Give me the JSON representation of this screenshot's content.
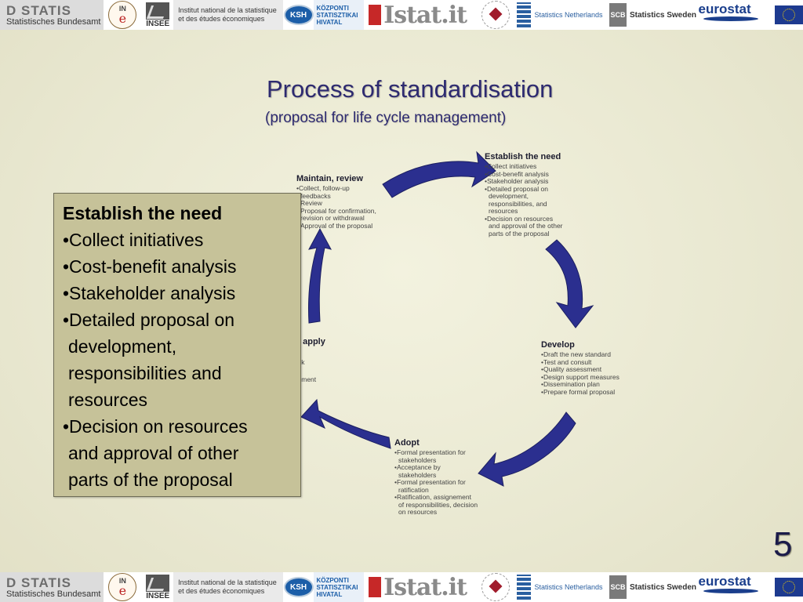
{
  "logos": {
    "destatis_mark": "D STATIS",
    "destatis_sub": "Statistisches Bundesamt",
    "ine_mark": "IN",
    "ine_e": "e",
    "insee_label": "INSEE",
    "insee_text_1": "Institut national de la statistique",
    "insee_text_2": "et des études économiques",
    "ksh_mark": "KSH",
    "ksh_text_1": "KÖZPONTI",
    "ksh_text_2": "STATISZTIKAI",
    "ksh_text_3": "HIVATAL",
    "istat": "Istat.it",
    "nl": "Statistics Netherlands",
    "scb_mark": "SCB",
    "scb": "Statistics Sweden",
    "eurostat": "eurostat"
  },
  "slide": {
    "title": "Process of standardisation",
    "subtitle": "(proposal for life cycle management)",
    "page_number": "5"
  },
  "cycle": {
    "establish": {
      "heading": "Establish the need",
      "items": [
        "•Collect initiatives",
        "•Cost-benefit analysis",
        "•Stakeholder analysis",
        "•Detailed proposal on",
        "development,",
        "responsibilities, and",
        "resources",
        "•Decision on resources",
        "and approval of the other",
        "parts of the proposal"
      ]
    },
    "develop": {
      "heading": "Develop",
      "items": [
        "•Draft the new standard",
        "•Test and consult",
        "•Quality assessment",
        "•Design support measures",
        "•Dissemination plan",
        "•Prepare formal proposal"
      ]
    },
    "adopt": {
      "heading": "Adopt",
      "items": [
        "•Formal presentation for",
        "stakeholders",
        "•Acceptance by",
        "stakeholders",
        "•Formal presentation for",
        "ratification",
        "•Ratification, assignement",
        "of responsibilities, decision",
        "on resources"
      ]
    },
    "maintain": {
      "heading": "Maintain, review",
      "items": [
        "•Collect, follow-up",
        "feedbacks",
        "Review",
        "Proposal for confirmation,",
        "revision or withdrawal",
        "Approval of the proposal"
      ]
    },
    "apply_fragments": {
      "heading": ". apply",
      "line1": "ck",
      "line2": "sment"
    }
  },
  "popup": {
    "heading": "Establish the need",
    "items": [
      "•Collect initiatives",
      "•Cost-benefit analysis",
      "•Stakeholder analysis",
      "•Detailed proposal on",
      " development,",
      " responsibilities and",
      " resources",
      "•Decision on resources",
      " and approval of other",
      " parts of the proposal"
    ]
  },
  "colors": {
    "arrow": "#2b2f8f",
    "title": "#2d2a70",
    "popup_bg": "#c6c299",
    "slide_bg": "#ecebd6"
  }
}
